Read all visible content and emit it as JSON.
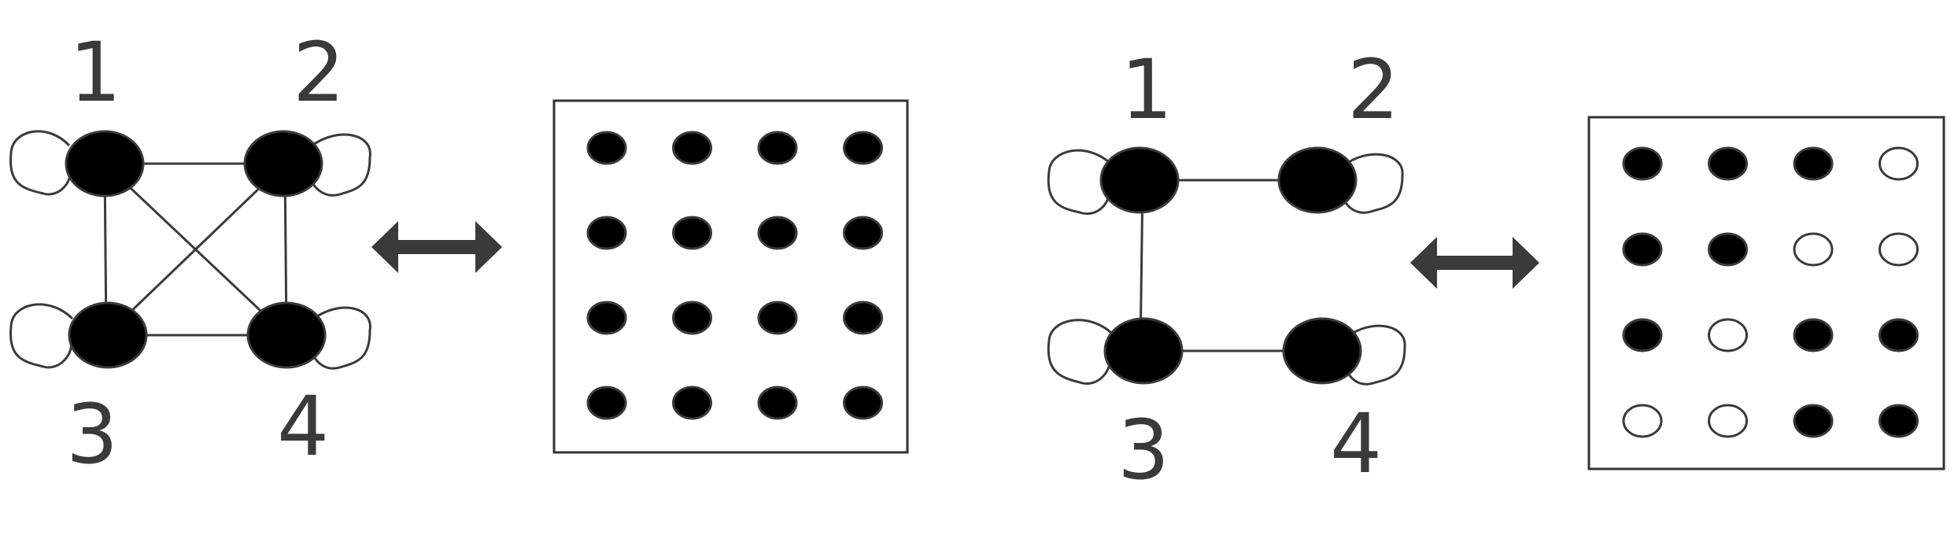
{
  "diagrams": [
    {
      "labels": [
        "1",
        "2",
        "3",
        "4"
      ],
      "edges": [
        [
          1,
          2
        ],
        [
          1,
          3
        ],
        [
          1,
          4
        ],
        [
          2,
          3
        ],
        [
          2,
          4
        ],
        [
          3,
          4
        ]
      ],
      "matrix": [
        [
          1,
          1,
          1,
          1
        ],
        [
          1,
          1,
          1,
          1
        ],
        [
          1,
          1,
          1,
          1
        ],
        [
          1,
          1,
          1,
          1
        ]
      ]
    },
    {
      "labels": [
        "1",
        "2",
        "3",
        "4"
      ],
      "edges": [
        [
          1,
          2
        ],
        [
          1,
          3
        ],
        [
          3,
          4
        ]
      ],
      "matrix": [
        [
          1,
          1,
          1,
          0
        ],
        [
          1,
          1,
          0,
          0
        ],
        [
          1,
          0,
          1,
          1
        ],
        [
          0,
          0,
          1,
          1
        ]
      ]
    }
  ],
  "colors": {
    "stroke": "#3a3a3a",
    "filled": "#000000",
    "empty": "#ffffff"
  }
}
